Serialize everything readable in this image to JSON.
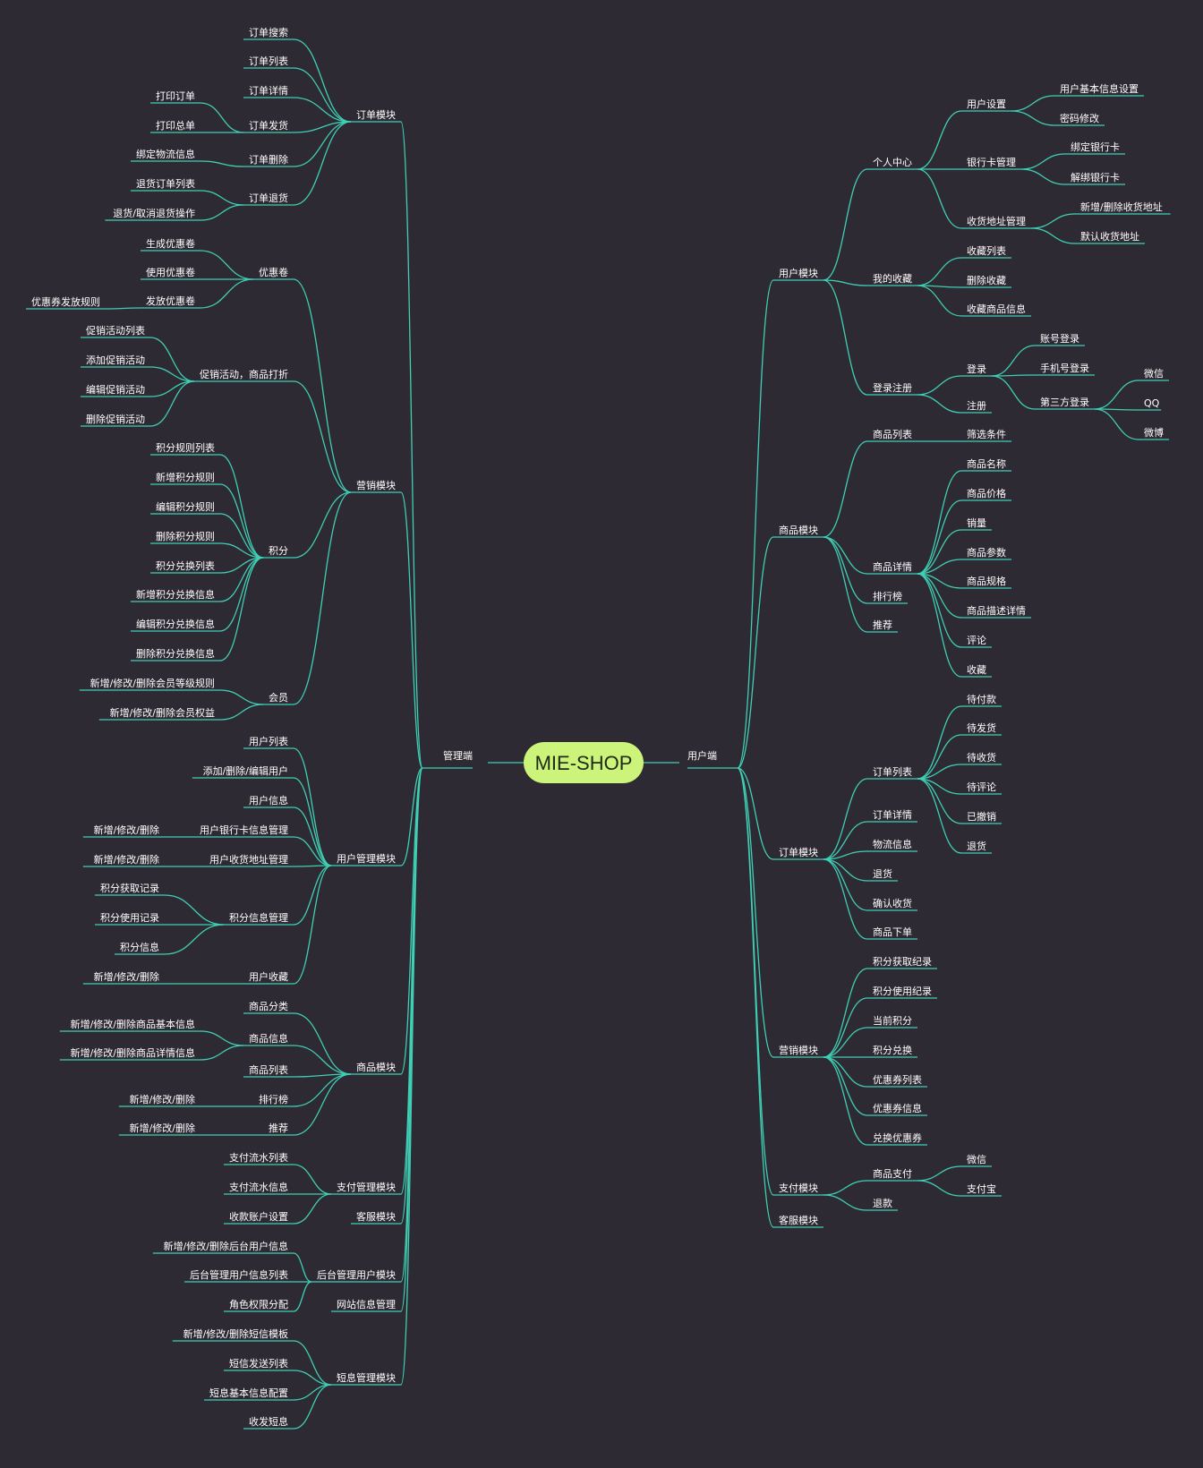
{
  "colors": {
    "background": "#2e2a33",
    "line": "#3fcfb4",
    "root_fill": "#cdf47a",
    "text": "#ffffff"
  },
  "root": {
    "label": "MIE-SHOP"
  },
  "left": {
    "label": "管理端",
    "children": [
      {
        "label": "订单模块",
        "children": [
          {
            "label": "订单搜索"
          },
          {
            "label": "订单列表"
          },
          {
            "label": "订单详情"
          },
          {
            "label": "订单发货",
            "children": [
              {
                "label": "打印订单"
              },
              {
                "label": "打印总单"
              }
            ]
          },
          {
            "label": "订单删除",
            "children": [
              {
                "label": "绑定物流信息"
              }
            ]
          },
          {
            "label": "订单退货",
            "children": [
              {
                "label": "退货订单列表"
              },
              {
                "label": "退货/取消退货操作"
              }
            ]
          }
        ]
      },
      {
        "label": "营销模块",
        "children": [
          {
            "label": "优惠卷",
            "children": [
              {
                "label": "生成优惠卷"
              },
              {
                "label": "使用优惠卷"
              },
              {
                "label": "发放优惠卷",
                "children": [
                  {
                    "label": "优惠券发放规则"
                  }
                ]
              }
            ]
          },
          {
            "label": "促销活动，商品打折",
            "children": [
              {
                "label": "促销活动列表"
              },
              {
                "label": "添加促销活动"
              },
              {
                "label": "编辑促销活动"
              },
              {
                "label": "删除促销活动"
              }
            ]
          },
          {
            "label": "积分",
            "children": [
              {
                "label": "积分规则列表"
              },
              {
                "label": "新增积分规则"
              },
              {
                "label": "编辑积分规则"
              },
              {
                "label": "删除积分规则"
              },
              {
                "label": "积分兑换列表"
              },
              {
                "label": "新增积分兑换信息"
              },
              {
                "label": "编辑积分兑换信息"
              },
              {
                "label": "删除积分兑换信息"
              }
            ]
          },
          {
            "label": "会员",
            "children": [
              {
                "label": "新增/修改/删除会员等级规则"
              },
              {
                "label": "新增/修改/删除会员权益"
              }
            ]
          }
        ]
      },
      {
        "label": "用户管理模块",
        "children": [
          {
            "label": "用户列表"
          },
          {
            "label": "添加/删除/编辑用户"
          },
          {
            "label": "用户信息"
          },
          {
            "label": "用户银行卡信息管理",
            "children": [
              {
                "label": "新增/修改/删除"
              }
            ]
          },
          {
            "label": "用户收货地址管理",
            "children": [
              {
                "label": "新增/修改/删除"
              }
            ]
          },
          {
            "label": "积分信息管理",
            "children": [
              {
                "label": "积分获取记录"
              },
              {
                "label": "积分使用记录"
              },
              {
                "label": "积分信息"
              }
            ]
          },
          {
            "label": "用户收藏",
            "children": [
              {
                "label": "新增/修改/删除"
              }
            ]
          }
        ]
      },
      {
        "label": "商品模块",
        "children": [
          {
            "label": "商品分类"
          },
          {
            "label": "商品信息",
            "children": [
              {
                "label": "新增/修改/删除商品基本信息"
              },
              {
                "label": "新增/修改/删除商品详情信息"
              }
            ]
          },
          {
            "label": "商品列表"
          },
          {
            "label": "排行榜",
            "children": [
              {
                "label": "新增/修改/删除"
              }
            ]
          },
          {
            "label": "推荐",
            "children": [
              {
                "label": "新增/修改/删除"
              }
            ]
          }
        ]
      },
      {
        "label": "支付管理模块",
        "children": [
          {
            "label": "支付流水列表"
          },
          {
            "label": "支付流水信息"
          },
          {
            "label": "收款账户设置"
          }
        ]
      },
      {
        "label": "客服模块"
      },
      {
        "label": "后台管理用户模块",
        "children": [
          {
            "label": "新增/修改/删除后台用户信息"
          },
          {
            "label": "后台管理用户信息列表"
          },
          {
            "label": "角色权限分配"
          }
        ]
      },
      {
        "label": "网站信息管理"
      },
      {
        "label": "短息管理模块",
        "children": [
          {
            "label": "新增/修改/删除短信模板"
          },
          {
            "label": "短信发送列表"
          },
          {
            "label": "短息基本信息配置"
          },
          {
            "label": "收发短息"
          }
        ]
      }
    ]
  },
  "right": {
    "label": "用户端",
    "children": [
      {
        "label": "用户模块",
        "children": [
          {
            "label": "个人中心",
            "children": [
              {
                "label": "用户设置",
                "children": [
                  {
                    "label": "用户基本信息设置"
                  },
                  {
                    "label": "密码修改"
                  }
                ]
              },
              {
                "label": "银行卡管理",
                "children": [
                  {
                    "label": "绑定银行卡"
                  },
                  {
                    "label": "解绑银行卡"
                  }
                ]
              },
              {
                "label": "收货地址管理",
                "children": [
                  {
                    "label": "新增/删除收货地址"
                  },
                  {
                    "label": "默认收货地址"
                  }
                ]
              }
            ]
          },
          {
            "label": "我的收藏",
            "children": [
              {
                "label": "收藏列表"
              },
              {
                "label": "删除收藏"
              },
              {
                "label": "收藏商品信息"
              }
            ]
          },
          {
            "label": "登录注册",
            "children": [
              {
                "label": "登录",
                "children": [
                  {
                    "label": "账号登录"
                  },
                  {
                    "label": "手机号登录"
                  },
                  {
                    "label": "第三方登录",
                    "children": [
                      {
                        "label": "微信"
                      },
                      {
                        "label": "QQ"
                      },
                      {
                        "label": "微博"
                      }
                    ]
                  }
                ]
              },
              {
                "label": "注册"
              }
            ]
          }
        ]
      },
      {
        "label": "商品模块",
        "children": [
          {
            "label": "商品列表",
            "children": [
              {
                "label": "筛选条件"
              }
            ]
          },
          {
            "label": "商品详情",
            "children": [
              {
                "label": "商品名称"
              },
              {
                "label": "商品价格"
              },
              {
                "label": "销量"
              },
              {
                "label": "商品参数"
              },
              {
                "label": "商品规格"
              },
              {
                "label": "商品描述详情"
              },
              {
                "label": "评论"
              },
              {
                "label": "收藏"
              }
            ]
          },
          {
            "label": "排行榜"
          },
          {
            "label": "推荐"
          }
        ]
      },
      {
        "label": "订单模块",
        "children": [
          {
            "label": "订单列表",
            "children": [
              {
                "label": "待付款"
              },
              {
                "label": "待发货"
              },
              {
                "label": "待收货"
              },
              {
                "label": "待评论"
              },
              {
                "label": "已撤销"
              },
              {
                "label": "退货"
              }
            ]
          },
          {
            "label": "订单详情"
          },
          {
            "label": "物流信息"
          },
          {
            "label": "退货"
          },
          {
            "label": "确认收货"
          },
          {
            "label": "商品下单"
          }
        ]
      },
      {
        "label": "营销模块",
        "children": [
          {
            "label": "积分获取纪录"
          },
          {
            "label": "积分使用纪录"
          },
          {
            "label": "当前积分"
          },
          {
            "label": "积分兑换"
          },
          {
            "label": "优惠券列表"
          },
          {
            "label": "优惠券信息"
          },
          {
            "label": "兑换优惠券"
          }
        ]
      },
      {
        "label": "支付模块",
        "children": [
          {
            "label": "商品支付",
            "children": [
              {
                "label": "微信"
              },
              {
                "label": "支付宝"
              }
            ]
          },
          {
            "label": "退款"
          }
        ]
      },
      {
        "label": "客服模块"
      }
    ]
  }
}
